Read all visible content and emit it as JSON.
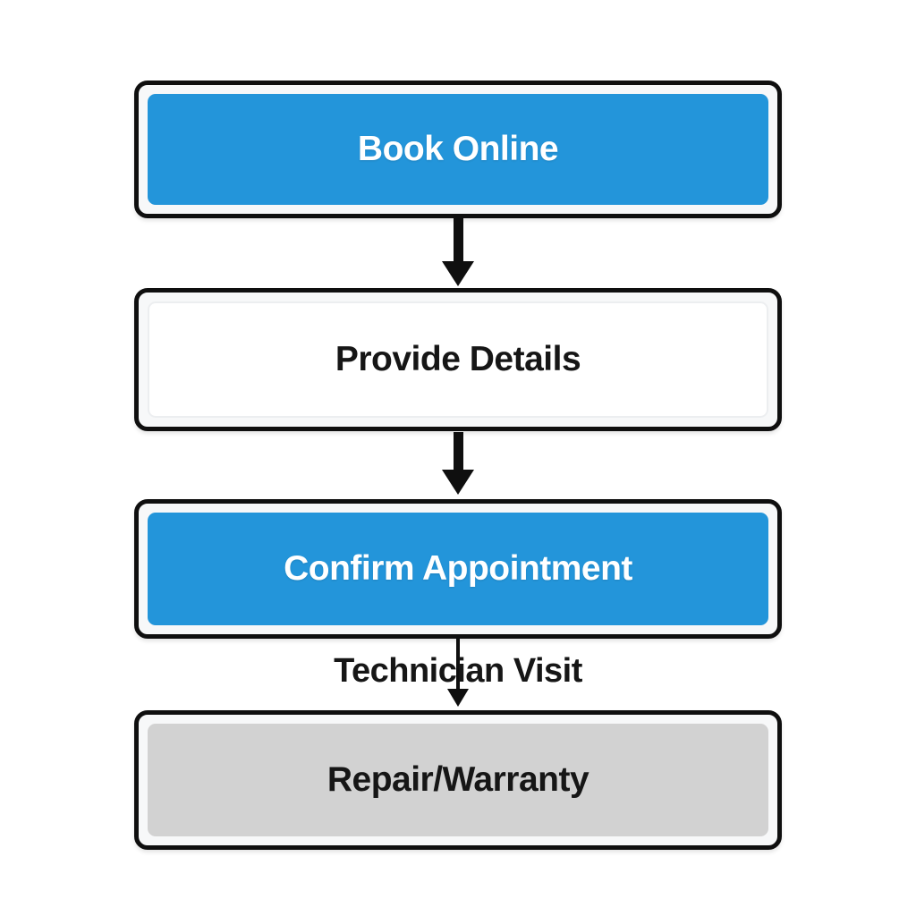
{
  "flow": {
    "steps": [
      {
        "id": "book-online",
        "label": "Book Online",
        "variant": "blue"
      },
      {
        "id": "provide-details",
        "label": "Provide Details",
        "variant": "white"
      },
      {
        "id": "confirm-appointment",
        "label": "Confirm Appointment",
        "variant": "blue"
      },
      {
        "id": "repair-warranty",
        "label": "Repair/Warranty",
        "variant": "gray"
      }
    ],
    "connector_label": "Technician Visit",
    "connectors": [
      {
        "from": "book-online",
        "to": "provide-details",
        "style": "thick-arrow-down"
      },
      {
        "from": "provide-details",
        "to": "confirm-appointment",
        "style": "thick-arrow-down"
      },
      {
        "from": "confirm-appointment",
        "to": "repair-warranty",
        "style": "thin-arrow-down",
        "label": "Technician Visit"
      }
    ]
  },
  "colors": {
    "accent_blue": "#2395da",
    "step_gray": "#d2d2d2",
    "step_white": "#ffffff",
    "outline_black": "#0f0f0f",
    "frame_fill": "#f7f8f9",
    "text_dark": "#161616",
    "text_light": "#ffffff",
    "page_background": "#ffffff"
  }
}
